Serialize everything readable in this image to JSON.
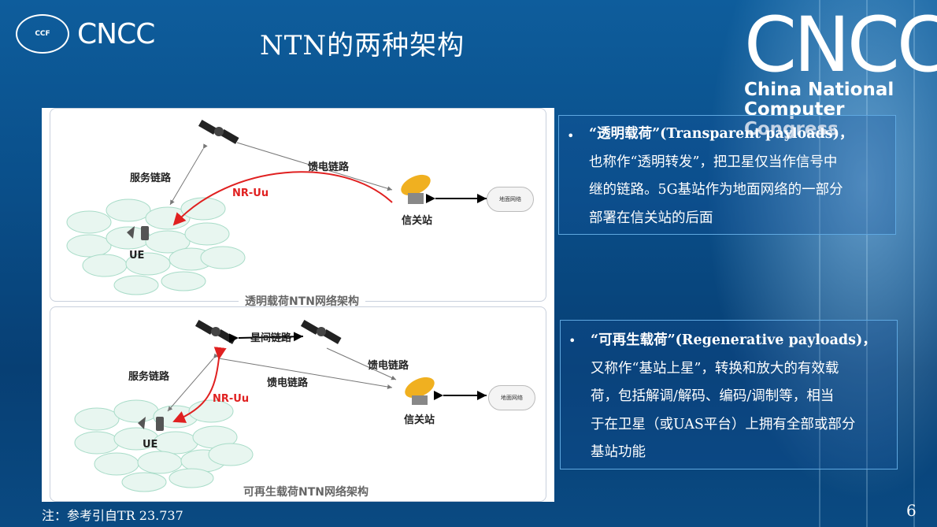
{
  "header": {
    "logo_small": "CNCC",
    "badge": "CCF",
    "title": "NTN的两种架构",
    "logo_big": "CNCC",
    "org_line1": "China National",
    "org_line2": "Computer Congress"
  },
  "transparent": {
    "service_link": "服务链路",
    "feeder_link": "馈电链路",
    "nr_uu": "NR-Uu",
    "gateway": "信关站",
    "ground_net": "地面网络",
    "ue": "UE",
    "caption": "透明载荷NTN网络架构"
  },
  "regenerative": {
    "isl": "星间链路",
    "service_link": "服务链路",
    "feeder_link_top": "馈电链路",
    "feeder_link_mid": "馈电链路",
    "nr_uu": "NR-Uu",
    "gateway": "信关站",
    "ground_net": "地面网络",
    "ue": "UE",
    "caption": "可再生载荷NTN网络架构"
  },
  "box1": {
    "bullet": "•",
    "line1": "“透明载荷”(Transparent payloads)，",
    "line2": "也称作“透明转发”，把卫星仅当作信号中",
    "line3": "继的链路。5G基站作为地面网络的一部分",
    "line4": "部署在信关站的后面"
  },
  "box2": {
    "bullet": "•",
    "line1": "“可再生载荷”(Regenerative payloads)，",
    "line2": "又称作“基站上星”，转换和放大的有效载",
    "line3": "荷，包括解调/解码、编码/调制等，相当",
    "line4": "于在卫星（或UAS平台）上拥有全部或部分",
    "line5": "基站功能"
  },
  "footer": {
    "note": "注：参考引自TR 23.737",
    "page": "6"
  }
}
